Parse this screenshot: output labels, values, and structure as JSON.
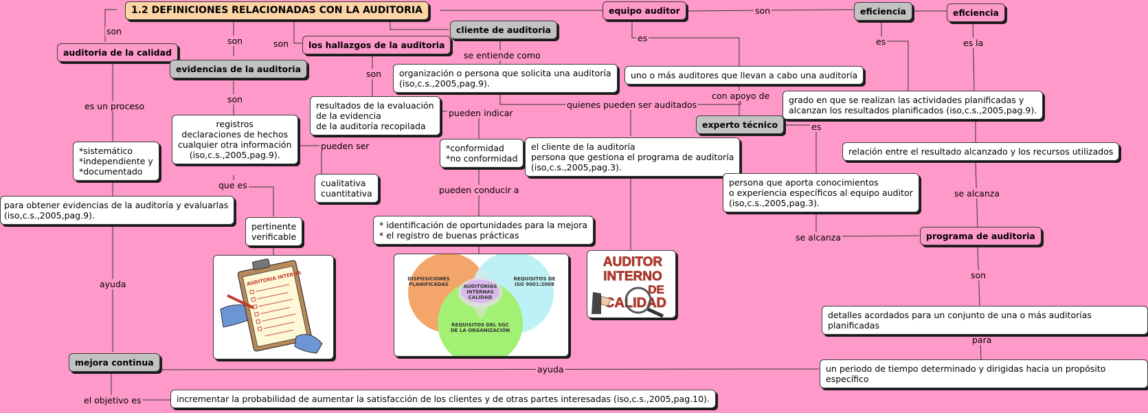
{
  "title": "1.2 DEFINICIONES RELACIONADAS CON LA AUDITORIA",
  "nodes": {
    "auditoria_calidad": "auditoria de la calidad",
    "evidencias": "evidencias de la auditoria",
    "hallazgos": "los hallazgos de la auditoria",
    "cliente": "cliente de auditoria",
    "equipo_auditor": "equipo auditor",
    "eficiencia_grey": "eficiencia",
    "eficiencia_pink": "eficiencia",
    "proceso_desc": "*sistemático\n*independiente y\n*documentado",
    "obtener_evidencias": "para obtener evidencias de la auditoría y evaluarlas\n(iso,c.s.,2005,pag.9).",
    "registros": "registros\ndeclaraciones de hechos\ncualquier otra información\n(iso,c.s.,2005,pag.9).",
    "cualitativa": "cualitativa\ncuantitativa",
    "pertinente": "pertinente\nverificable",
    "resultados_eval": "resultados de la evaluación\nde la evidencia\nde la auditoría recopilada",
    "org_persona": "organización o persona que solicita una auditoría\n(iso,c.s.,2005,pag.9).",
    "conformidad": "*conformidad\n*no conformidad",
    "oportunidades": "* identificación de oportunidades para la mejora\n* el registro de buenas prácticas",
    "cliente_persona": "el cliente de la auditoría\npersona que gestiona el programa de auditoría\n(iso,c.s.,2005,pag.3).",
    "uno_mas_auditores": "uno o más auditores que llevan a cabo una auditoría",
    "experto": "experto técnico",
    "persona_aporta": "persona que aporta conocimientos\no experiencia específicos al equipo auditor\n(iso,c.s.,2005,pag.3).",
    "grado": "grado en que se realizan las actividades planificadas y\nalcanzan los resultados planificados (iso,c.s.,2005,pag.9).",
    "relacion": "relación entre el resultado alcanzado y los recursos utilizados",
    "programa": "programa de auditoria",
    "detalles": "detalles acordados para un conjunto de una o más auditorías planificadas",
    "periodo": "un periodo de tiempo determinado y dirigidas hacia un propósito específico",
    "mejora": "mejora continua",
    "incrementar": "incrementar la probabilidad de aumentar la satisfacción de los clientes y de otras partes interesadas (iso,c.s.,2005,pag.10)."
  },
  "labels": {
    "son1": "son",
    "son2": "son",
    "son3": "son",
    "son4": "son",
    "son5": "son",
    "son6": "son",
    "son7": "son",
    "es_proceso": "es un proceso",
    "pueden_ser": "pueden ser",
    "que_es": "que es",
    "ayuda1": "ayuda",
    "ayuda2": "ayuda",
    "objetivo": "el objetivo es",
    "entiende": "se entiende como",
    "pueden_indicar": "pueden indicar",
    "quienes": "quienes pueden ser auditados",
    "pueden_conducir": "pueden conducir a",
    "es1": "es",
    "es2": "es",
    "es3": "es",
    "es_la": "es la",
    "con_apoyo": "con apoyo de",
    "se_alcanza1": "se alcanza",
    "se_alcanza2": "se alcanza",
    "para": "para"
  },
  "images": {
    "checklist_heading": "AUDITORIA INTERNA",
    "venn": {
      "left": [
        "DISPOSICIONES",
        "PLANIFICADAS"
      ],
      "right": [
        "REQUISITOS DE",
        "ISO 9001:2008"
      ],
      "bottom": [
        "REQUISITOS DEL SGC",
        "DE LA ORGANIZACIÓN"
      ],
      "center": [
        "AUDITORÍAS",
        "INTERNAS",
        "CALIDAD"
      ]
    },
    "logo": [
      "AUDITOR",
      "INTERNO",
      "DE",
      "CALIDAD"
    ]
  },
  "colors": {
    "background": "#ff99c9",
    "title_box": "#fcd4a6",
    "grey_box": "#c2c2c2",
    "venn_left": "#f4a66a",
    "venn_right": "#bdf1f5",
    "venn_bottom": "#a2f074",
    "venn_center": "#d9b8ee",
    "logo_text": "#c0392b"
  }
}
